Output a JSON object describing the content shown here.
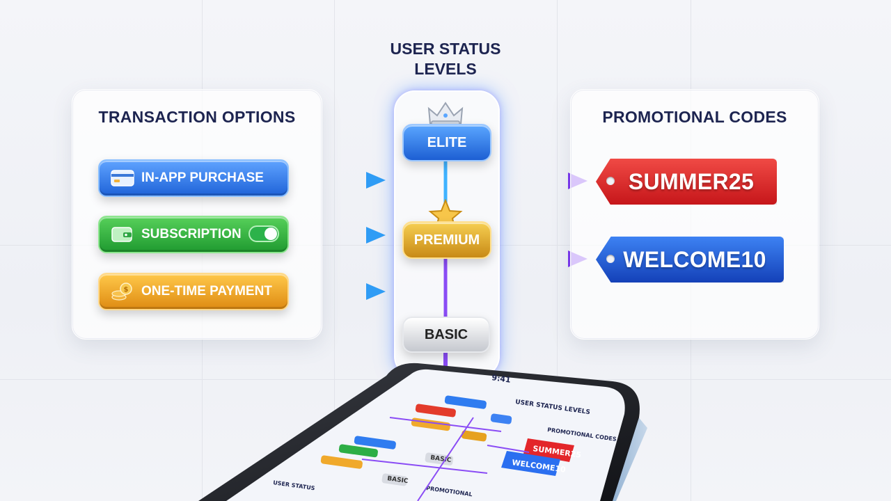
{
  "panels": {
    "transaction": {
      "title": "TRANSACTION OPTIONS",
      "options": [
        {
          "label": "IN-APP PURCHASE",
          "icon": "credit-card-icon",
          "color": "#1f63d8"
        },
        {
          "label": "SUBSCRIPTION",
          "icon": "wallet-icon",
          "color": "#1f9a30"
        },
        {
          "label": "ONE-TIME PAYMENT",
          "icon": "coins-icon",
          "color": "#de8b12"
        }
      ]
    },
    "status": {
      "title_line1": "USER STATUS",
      "title_line2": "LEVELS",
      "levels": [
        {
          "label": "ELITE",
          "icon": "crown-icon",
          "color": "#1d5fd3"
        },
        {
          "label": "PREMIUM",
          "icon": "star-icon",
          "color": "#c88a16"
        },
        {
          "label": "BASIC",
          "color": "#c5c8cf"
        }
      ]
    },
    "promo": {
      "title": "PROMOTIONAL CODES",
      "codes": [
        {
          "label": "SUMMER25",
          "color": "#c6161a"
        },
        {
          "label": "WELCOME10",
          "color": "#1441b8"
        }
      ]
    }
  },
  "arrow_colors": {
    "blue": "#3fb2ff",
    "purple": "#8a4cf5"
  },
  "phone": {
    "status_time": "9:41",
    "mini_status_title": "USER STATUS LEVELS",
    "mini_promo_title": "PROMOTIONAL CODES",
    "mini_codes": [
      "SUMMER25",
      "WELCOME10"
    ],
    "mini_levels": [
      "BASIC",
      "BASIC"
    ],
    "mini_bottom_left": "USER STATUS",
    "mini_bottom_right": "PROMOTIONAL"
  }
}
